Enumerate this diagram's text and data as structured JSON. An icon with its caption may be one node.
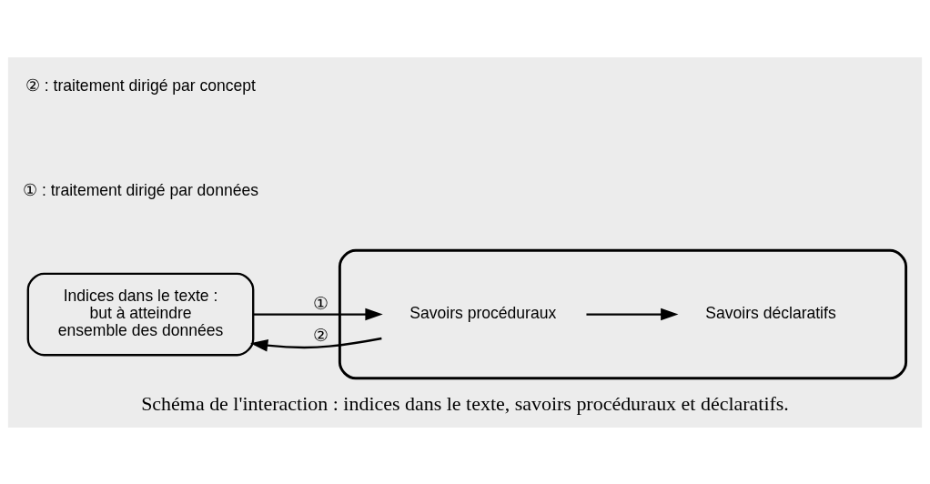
{
  "diagram": {
    "caption": "Schéma de l'interaction : indices dans le texte, savoirs procéduraux et déclaratifs.",
    "nodes": [
      {
        "text": [
          "Indices dans le texte :",
          "but à atteindre",
          "ensemble des données"
        ]
      },
      {
        "text": [],
        "shape": "cloud"
      },
      {
        "text": [
          "Savoirs procéduraux"
        ],
        "in": 1
      },
      {
        "text": [
          "Savoirs déclaratifs"
        ],
        "in": 1
      }
    ],
    "edges": [
      {
        "from": 0,
        "to": 2,
        "arrow": "to",
        "label": "①"
      },
      {
        "from": 2,
        "to": 0,
        "arrow": "to",
        "label": "②"
      },
      {
        "from": 2,
        "to": 3,
        "arrow": "to"
      }
    ],
    "labels": [
      "① : traitement dirigé par données",
      "② : traitement dirigé par concept"
    ]
  }
}
